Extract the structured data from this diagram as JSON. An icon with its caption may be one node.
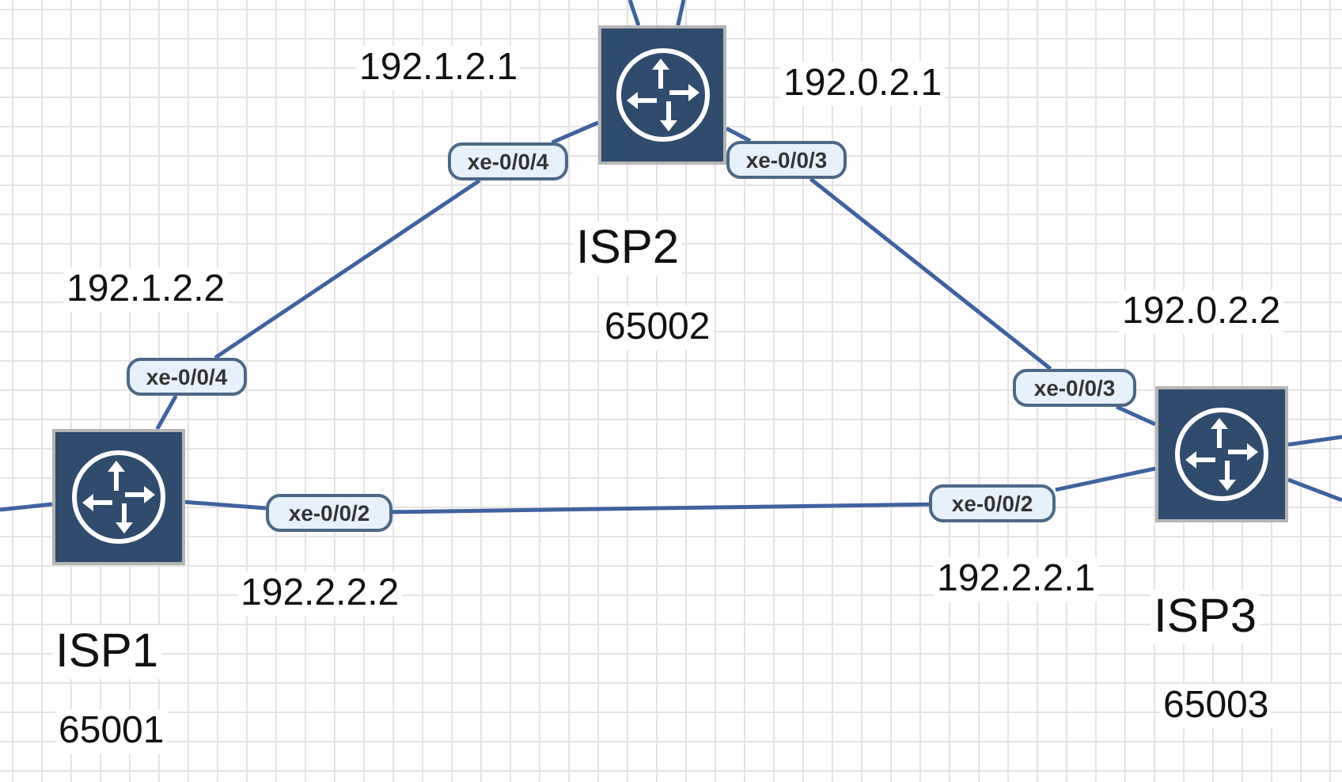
{
  "diagram": {
    "nodes": [
      {
        "text": [],
        "shape": "box",
        "beside": [
          "ISP2",
          "65002"
        ]
      },
      {
        "text": [],
        "shape": "box",
        "beside": [
          "ISP1",
          "65001"
        ]
      },
      {
        "text": [],
        "shape": "box",
        "beside": [
          "ISP3",
          "65003"
        ]
      },
      {
        "text": [
          "xe-0/0/4"
        ]
      },
      {
        "text": [
          "xe-0/0/4"
        ]
      },
      {
        "text": [
          "xe-0/0/3"
        ]
      },
      {
        "text": [
          "xe-0/0/3"
        ]
      },
      {
        "text": [
          "xe-0/0/2"
        ]
      },
      {
        "text": [
          "xe-0/0/2"
        ]
      }
    ],
    "edges": [
      {
        "from": 1,
        "to": 4,
        "arrow": "none"
      },
      {
        "from": 4,
        "to": 3,
        "arrow": "none"
      },
      {
        "from": 3,
        "to": 0,
        "arrow": "none"
      },
      {
        "from": 0,
        "to": 5,
        "arrow": "none"
      },
      {
        "from": 5,
        "to": 6,
        "arrow": "none"
      },
      {
        "from": 6,
        "to": 2,
        "arrow": "none"
      },
      {
        "from": 1,
        "to": 7,
        "arrow": "none"
      },
      {
        "from": 7,
        "to": 8,
        "arrow": "none"
      },
      {
        "from": 8,
        "to": 2,
        "arrow": "none"
      },
      {
        "from": null,
        "to": 1,
        "arrow": "none"
      },
      {
        "from": null,
        "to": 0,
        "arrow": "none"
      },
      {
        "from": null,
        "to": 0,
        "arrow": "none"
      },
      {
        "from": 2,
        "to": null,
        "arrow": "none"
      },
      {
        "from": 2,
        "to": null,
        "arrow": "none"
      }
    ],
    "labels": [
      "192.1.2.1",
      "192.0.2.1",
      "192.1.2.2",
      "192.0.2.2",
      "192.2.2.2",
      "192.2.2.1"
    ]
  }
}
